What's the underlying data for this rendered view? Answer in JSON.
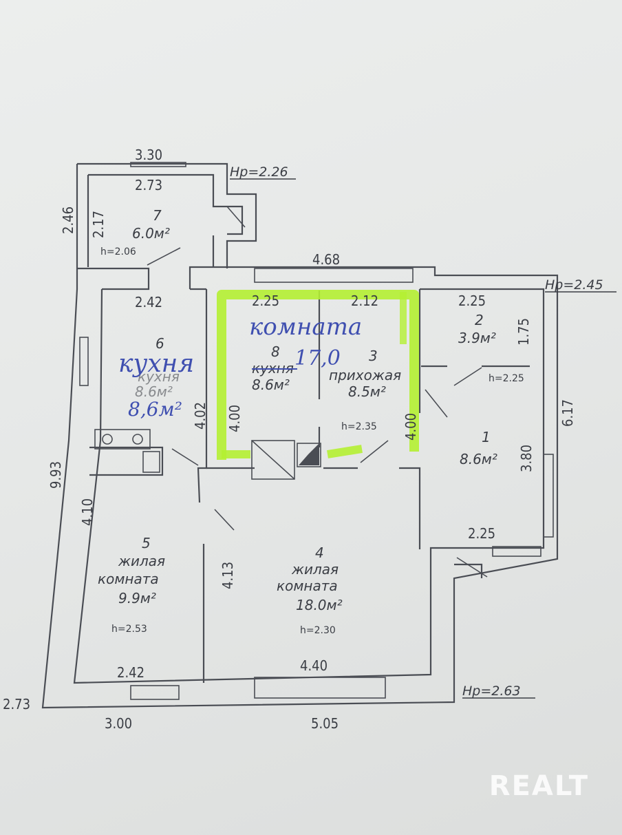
{
  "heights": {
    "top_left": "Нр=2.26",
    "right": "Нр=2.45",
    "bottom": "Нр=2.63"
  },
  "dimensions": {
    "d_330": "3.30",
    "d_273_top": "2.73",
    "d_246": "2.46",
    "d_217": "2.17",
    "d_468": "4.68",
    "d_242_top": "2.42",
    "d_225_a": "2.25",
    "d_212": "2.12",
    "d_225_b": "2.25",
    "d_175": "1.75",
    "d_617": "6.17",
    "d_402": "4.02",
    "d_400_a": "4.00",
    "d_400_b": "4.00",
    "d_380": "3.80",
    "d_933": "9.93",
    "d_410": "4.10",
    "d_413": "4.13",
    "d_225_c": "2.25",
    "d_242_bot": "2.42",
    "d_440": "4.40",
    "d_273_bot": "2.73",
    "d_300": "3.00",
    "d_505": "5.05"
  },
  "rooms": {
    "r7": {
      "num": "7",
      "area": "6.0м²",
      "h": "h=2.06"
    },
    "r6": {
      "num": "6",
      "name": "кухня",
      "area": "8.6м²"
    },
    "r8": {
      "num": "8",
      "name": "кухня",
      "area": "8.6м²"
    },
    "r3": {
      "num": "3",
      "name": "прихожая",
      "area": "8.5м²",
      "h": "h=2.35"
    },
    "r2": {
      "num": "2",
      "area": "3.9м²",
      "h": "h=2.25"
    },
    "r1": {
      "num": "1",
      "area": "8.6м²"
    },
    "r5": {
      "num": "5",
      "name1": "жилая",
      "name2": "комната",
      "area": "9.9м²",
      "h": "h=2.53"
    },
    "r4": {
      "num": "4",
      "name1": "жилая",
      "name2": "комната",
      "area": "18.0м²",
      "h": "h=2.30"
    }
  },
  "handwritten": {
    "kitchen": "кухня",
    "kitchen_area": "8,6м²",
    "room": "комната",
    "room_area": "17,0"
  },
  "colors": {
    "highlight": "#b4f032",
    "ink": "#3f4fb0"
  },
  "brand": "REALT"
}
